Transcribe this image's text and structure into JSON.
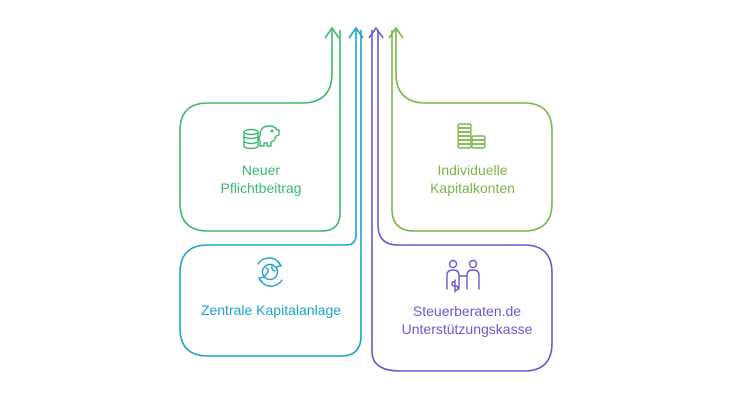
{
  "colors": {
    "green": "#3bb96e",
    "lime": "#7ab648",
    "blue": "#1ea3cf",
    "purple": "#6a5ad0"
  },
  "cards": [
    {
      "id": "neuer-pflichtbeitrag",
      "icon": "piggy-bank-coins-icon",
      "lines": [
        "Neuer",
        "Pflichtbeitrag"
      ]
    },
    {
      "id": "individuelle-kapitalkonten",
      "icon": "coin-stacks-icon",
      "lines": [
        "Individuelle",
        "Kapitalkonten"
      ]
    },
    {
      "id": "zentrale-kapitalanlage",
      "icon": "globe-cycle-icon",
      "lines": [
        "Zentrale Kapitalanlage"
      ]
    },
    {
      "id": "unterstuetzungskasse",
      "icon": "advisor-client-icon",
      "lines": [
        "Steuerberaten.de",
        "Unterstützungskasse"
      ]
    }
  ]
}
